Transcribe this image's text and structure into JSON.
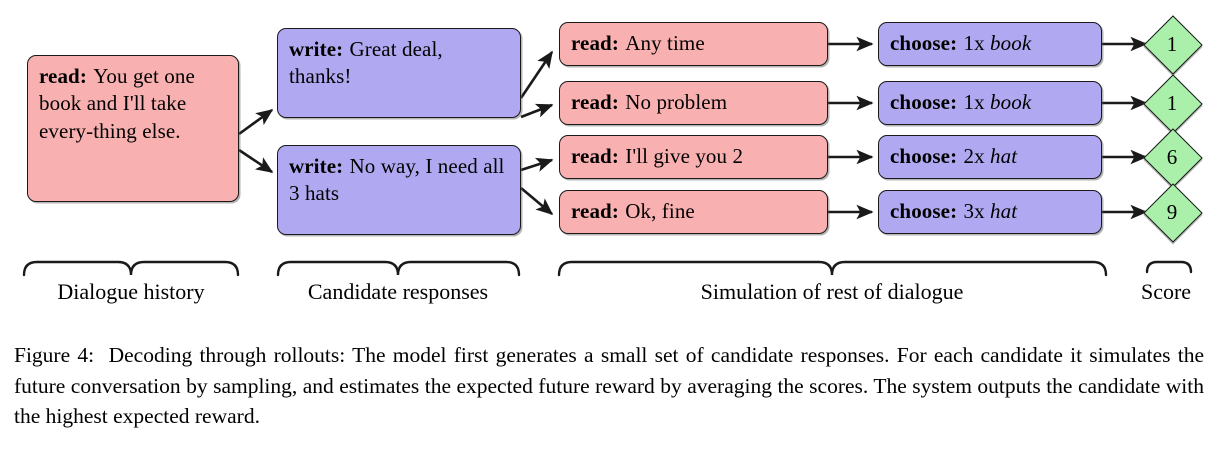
{
  "figure": {
    "caption_prefix": "Figure 4:",
    "caption_body": "Decoding through rollouts: The model first generates a small set of candidate responses. For each candidate it simulates the future conversation by sampling, and estimates the expected future reward by averaging the scores. The system outputs the candidate with the highest expected reward."
  },
  "colors": {
    "read_box": "#f9b0b0",
    "write_box": "#b0a8f0",
    "choose_box": "#b0a8f0",
    "score_diamond": "#aaf0aa",
    "outline": "#1a1a1a",
    "background": "#ffffff"
  },
  "groups": [
    {
      "label": "Dialogue history"
    },
    {
      "label": "Candidate responses"
    },
    {
      "label": "Simulation of rest of dialogue"
    },
    {
      "label": "Score"
    }
  ],
  "dialogue_history": {
    "act": "read:",
    "text": "You get one book and I'll take every-thing else."
  },
  "candidates": [
    {
      "act": "write:",
      "text": "Great deal, thanks!"
    },
    {
      "act": "write:",
      "text": "No way, I need all 3 hats"
    }
  ],
  "simulations": [
    {
      "act": "read:",
      "text": "Any time"
    },
    {
      "act": "read:",
      "text": "No problem"
    },
    {
      "act": "read:",
      "text": "I'll give you 2"
    },
    {
      "act": "read:",
      "text": "Ok, fine"
    }
  ],
  "choices": [
    {
      "act": "choose:",
      "count": "1x",
      "item": "book"
    },
    {
      "act": "choose:",
      "count": "1x",
      "item": "book"
    },
    {
      "act": "choose:",
      "count": "2x",
      "item": "hat"
    },
    {
      "act": "choose:",
      "count": "3x",
      "item": "hat"
    }
  ],
  "scores": [
    {
      "value": "1"
    },
    {
      "value": "1"
    },
    {
      "value": "6"
    },
    {
      "value": "9"
    }
  ]
}
